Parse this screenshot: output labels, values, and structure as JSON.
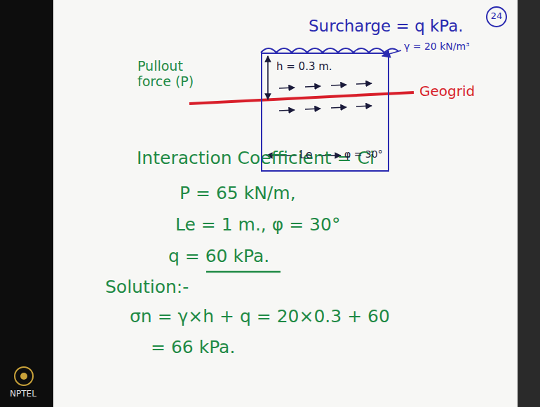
{
  "diagram": {
    "nodes": [
      {
        "text": [
          "h = 0.3 m.",
          "Le",
          "φ = 30°"
        ]
      }
    ],
    "labels": [
      "Surcharge = q kPa.",
      "24",
      "γ = 20 kN/m³",
      "Pullout force (P)",
      "Geogrid",
      "Interaction Coefficient = Ci",
      "P = 65 kN/m,",
      "Le = 1 m., φ = 30°",
      "q = 60 kPa.",
      "Solution:-",
      "σn = γ×h + q = 20×0.3 + 60",
      "= 66 kPa.",
      "NPTEL"
    ]
  }
}
